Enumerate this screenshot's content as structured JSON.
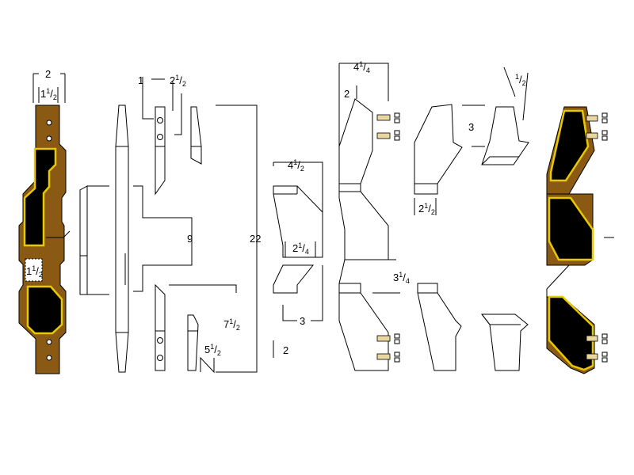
{
  "colors": {
    "wood": "#8a5a14",
    "panel": "#000000",
    "trim": "#e8c800",
    "line": "#000000",
    "background": "#ffffff"
  },
  "labels": {
    "left_width": {
      "whole": "2",
      "num": "",
      "den": ""
    },
    "left_inner_width": {
      "whole": "1",
      "num": "1",
      "den": "2"
    },
    "left_center": {
      "whole": "1",
      "num": "1",
      "den": "2"
    },
    "bar_1": {
      "whole": "1",
      "num": "",
      "den": ""
    },
    "bar_2_half": {
      "whole": "2",
      "num": "1",
      "den": "2"
    },
    "nine": {
      "whole": "9",
      "num": "",
      "den": ""
    },
    "twenty_two": {
      "whole": "22",
      "num": "",
      "den": ""
    },
    "seven_half": {
      "whole": "7",
      "num": "1",
      "den": "2"
    },
    "five_half": {
      "whole": "5",
      "num": "1",
      "den": "2"
    },
    "four_half": {
      "whole": "4",
      "num": "1",
      "den": "2"
    },
    "two_quarter": {
      "whole": "2",
      "num": "1",
      "den": "4"
    },
    "three_a": {
      "whole": "3",
      "num": "",
      "den": ""
    },
    "two_a": {
      "whole": "2",
      "num": "",
      "den": ""
    },
    "four_quarter": {
      "whole": "4",
      "num": "1",
      "den": "4"
    },
    "two_b": {
      "whole": "2",
      "num": "",
      "den": ""
    },
    "three_quarter": {
      "whole": "3",
      "num": "1",
      "den": "4"
    },
    "two_half_b": {
      "whole": "2",
      "num": "1",
      "den": "2"
    },
    "three_b": {
      "whole": "3",
      "num": "",
      "den": ""
    },
    "half": {
      "whole": "",
      "num": "1",
      "den": "2"
    }
  }
}
